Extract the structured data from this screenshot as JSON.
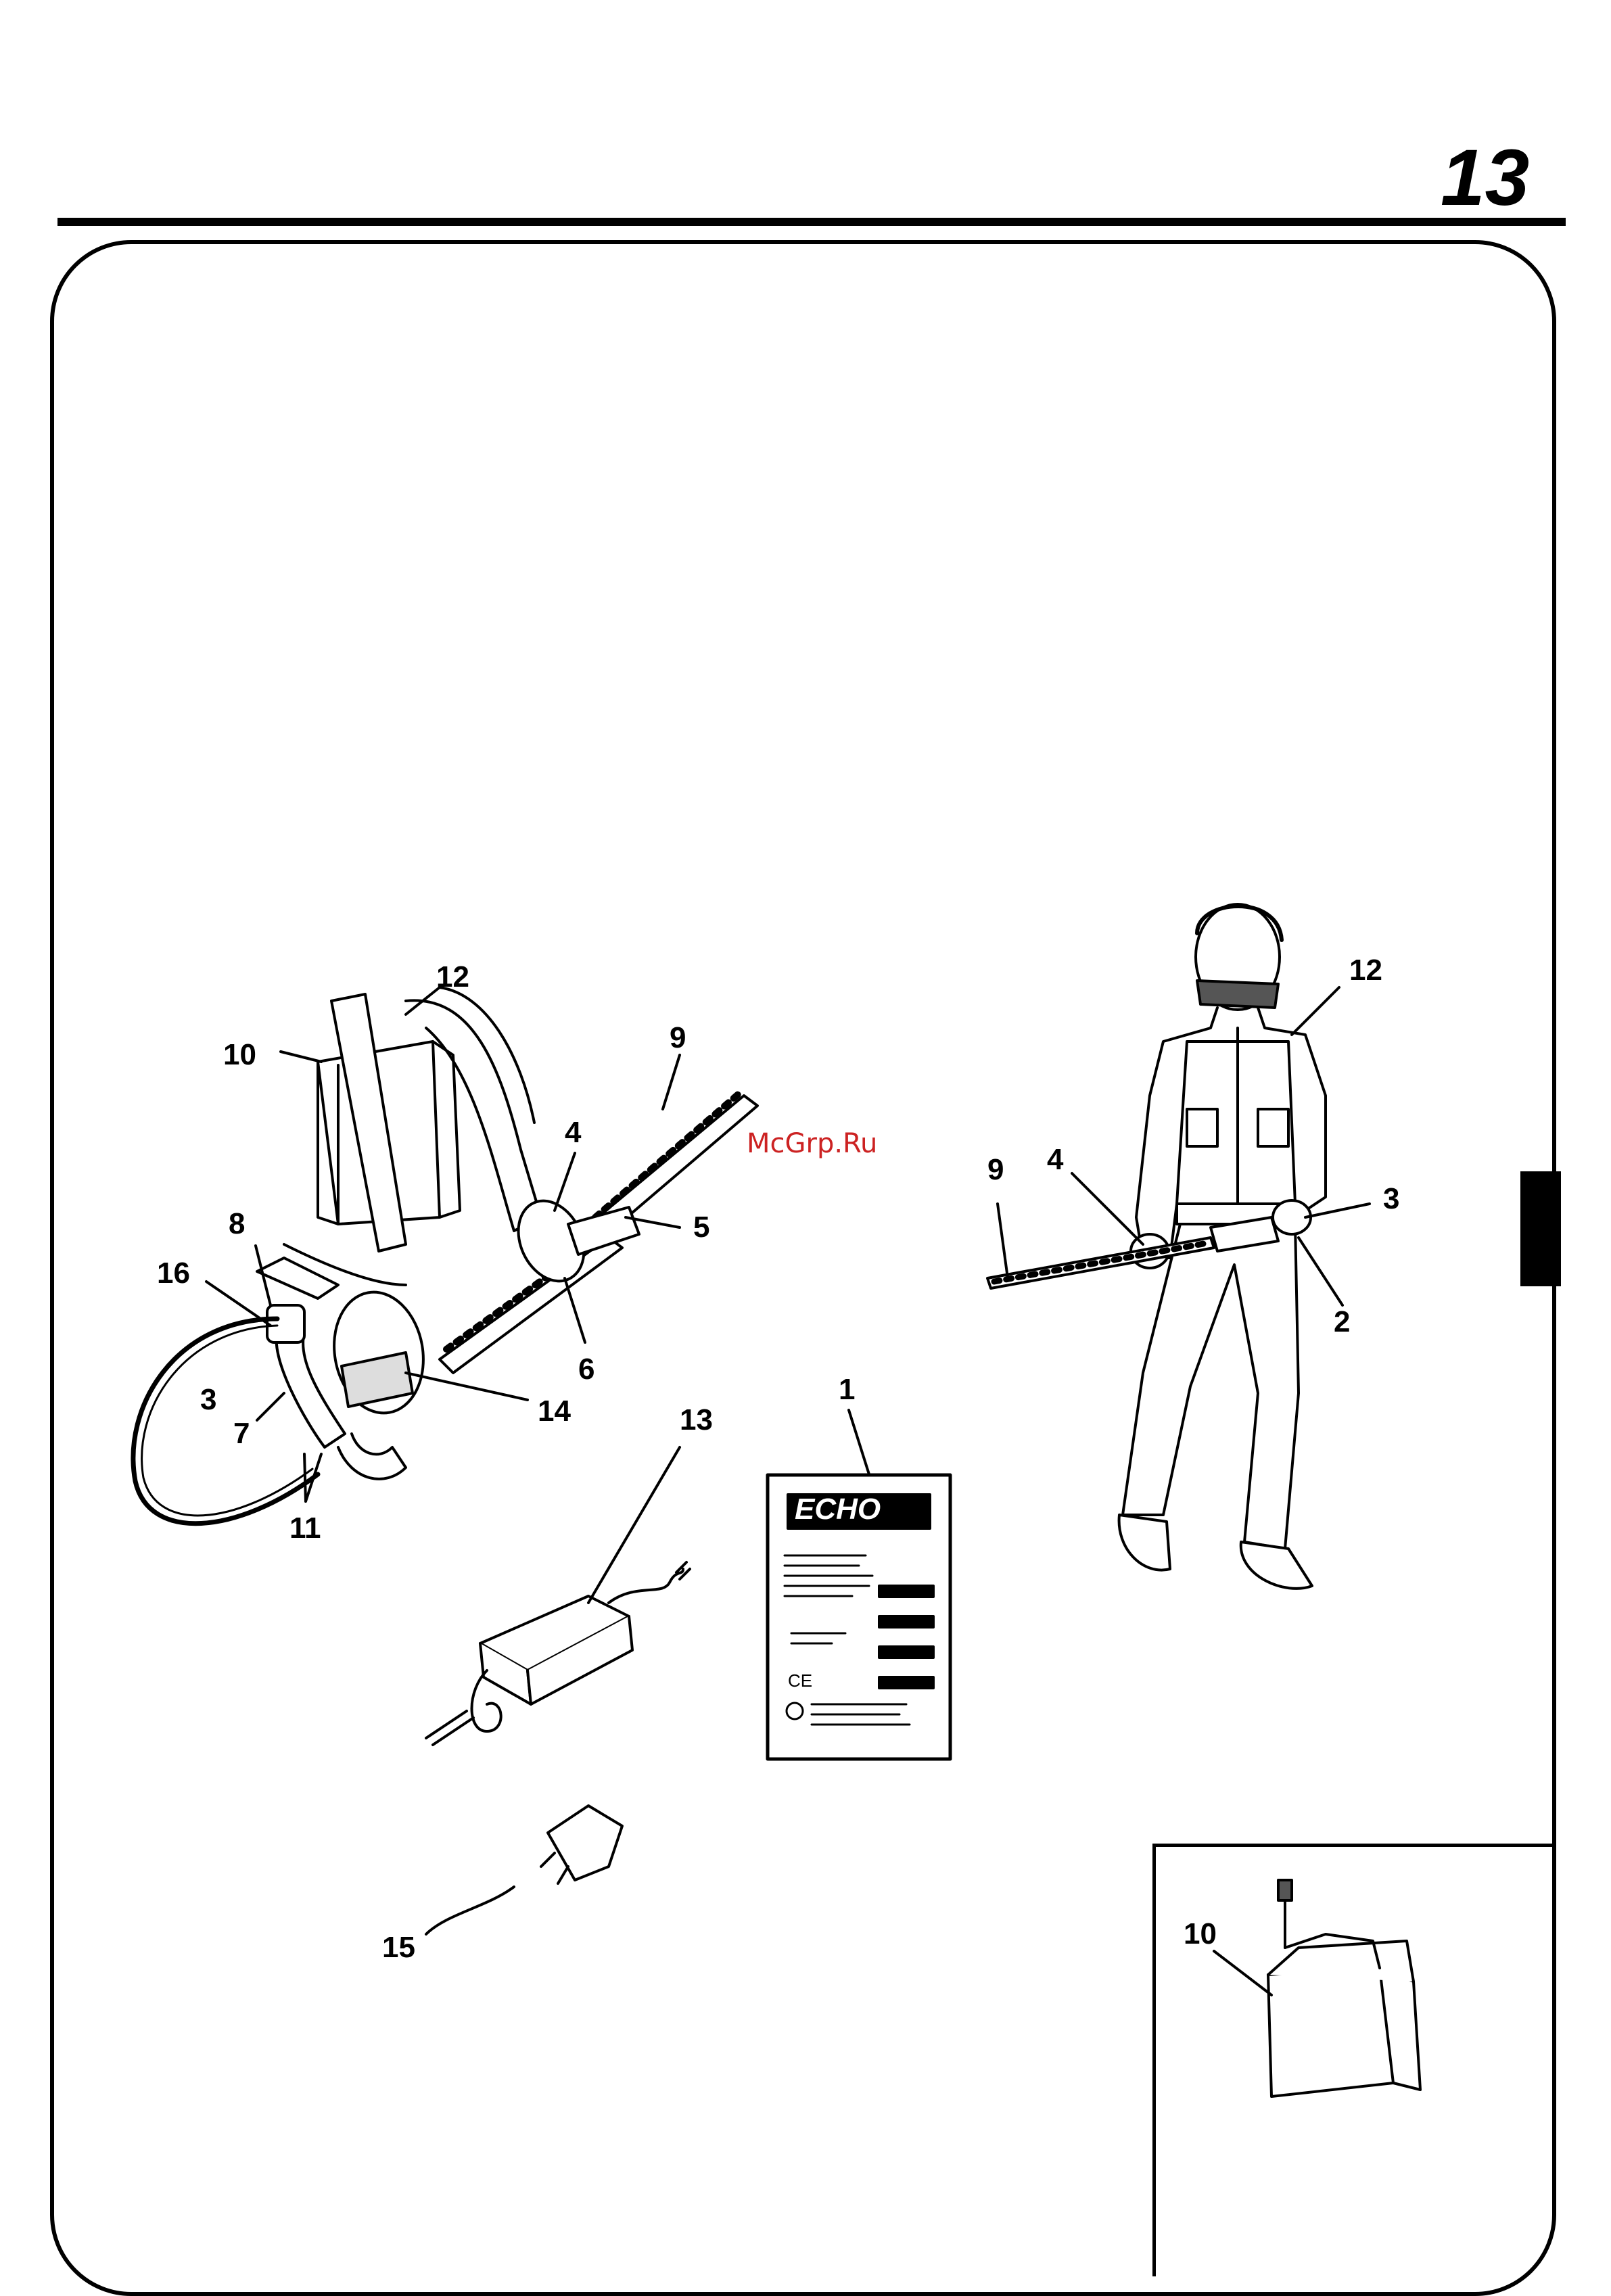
{
  "page": {
    "number": "13"
  },
  "watermark": "McGrp.Ru",
  "callouts_left": [
    "12",
    "10",
    "9",
    "4",
    "5",
    "8",
    "16",
    "6",
    "3",
    "14",
    "7",
    "11",
    "13",
    "1",
    "15"
  ],
  "callouts_right": [
    "12",
    "9",
    "4",
    "3",
    "2"
  ],
  "callouts_inset": [
    "10"
  ],
  "manual": {
    "brand": "ECHO",
    "ce_mark": "CE"
  },
  "colors": {
    "ink": "#000000",
    "paper": "#ffffff",
    "watermark": "#cc2222"
  }
}
